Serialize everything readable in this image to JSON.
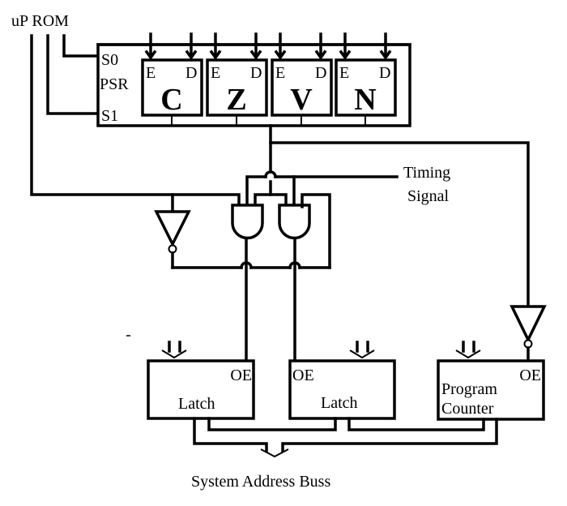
{
  "title": "uP ROM",
  "psr": {
    "label": "PSR",
    "select_labels": [
      "S0",
      "S1"
    ],
    "flags": [
      {
        "name": "C",
        "enable_label": "E",
        "data_label": "D"
      },
      {
        "name": "Z",
        "enable_label": "E",
        "data_label": "D"
      },
      {
        "name": "V",
        "enable_label": "E",
        "data_label": "D"
      },
      {
        "name": "N",
        "enable_label": "E",
        "data_label": "D"
      }
    ]
  },
  "timing": {
    "line1": "Timing",
    "line2": "Signal"
  },
  "blocks": [
    {
      "name": "Latch",
      "oe_label": "OE"
    },
    {
      "name": "Latch",
      "oe_label": "OE"
    },
    {
      "name_line1": "Program",
      "name_line2": "Counter",
      "oe_label": "OE"
    }
  ],
  "bus_label": "System Address Buss"
}
